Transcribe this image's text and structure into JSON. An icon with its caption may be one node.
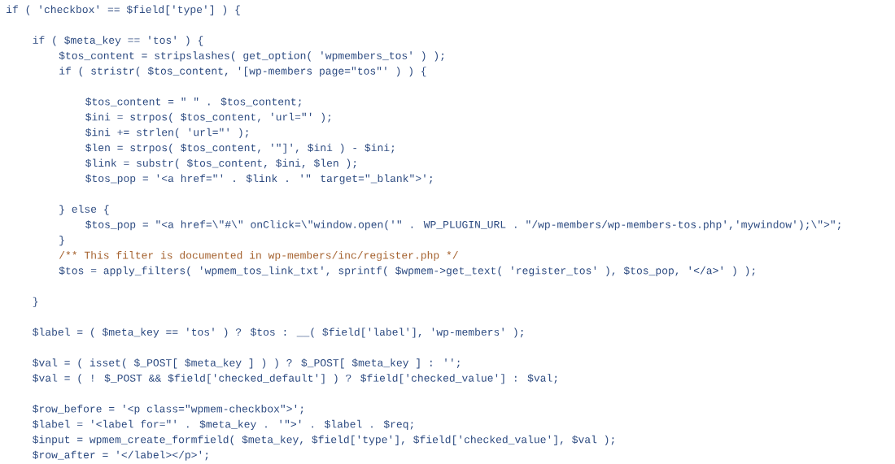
{
  "diagram": {
    "labels": [
      "if ( 'checkbox' == $field['type'] ) {",
      "if ( $meta_key == 'tos' ) {",
      "$tos_content = stripslashes( get_option( 'wpmembers_tos' ) );",
      "if ( stristr( $tos_content, '[wp-members page=\"tos\"' ) ) {",
      "$tos_content = \" \" . $tos_content;",
      "$ini = strpos( $tos_content, 'url=\"' );",
      "$ini += strlen( 'url=\"' );",
      "$len = strpos( $tos_content, '\"]', $ini ) - $ini;",
      "$link = substr( $tos_content, $ini, $len );",
      "$tos_pop = '<a href=\"' . $link . '\" target=\"_blank\">';",
      "} else {",
      "$tos_pop = \"<a href=\\\"#\\\" onClick=\\\"window.open('\" . WP_PLUGIN_URL . \"/wp-members/wp-members-tos.php','mywindow');\\\">\";",
      "}",
      "/** This filter is documented in wp-members/inc/register.php */",
      "$tos = apply_filters( 'wpmem_tos_link_txt', sprintf( $wpmem->get_text( 'register_tos' ), $tos_pop, '</a>' ) );",
      "}",
      "$label = ( $meta_key == 'tos' ) ? $tos : __( $field['label'], 'wp-members' );",
      "$val = ( isset( $_POST[ $meta_key ] ) ) ? $_POST[ $meta_key ] : '';",
      "$val = ( ! $_POST && $field['checked_default'] ) ? $field['checked_value'] : $val;",
      "$row_before = '<p class=\"wpmem-checkbox\">';",
      "$label = '<label for=\"' . $meta_key . '\">' . $label . $req;",
      "$input = wpmem_create_formfield( $meta_key, $field['type'], $field['checked_value'], $val );",
      "$row_after = '</label></p>';"
    ]
  }
}
